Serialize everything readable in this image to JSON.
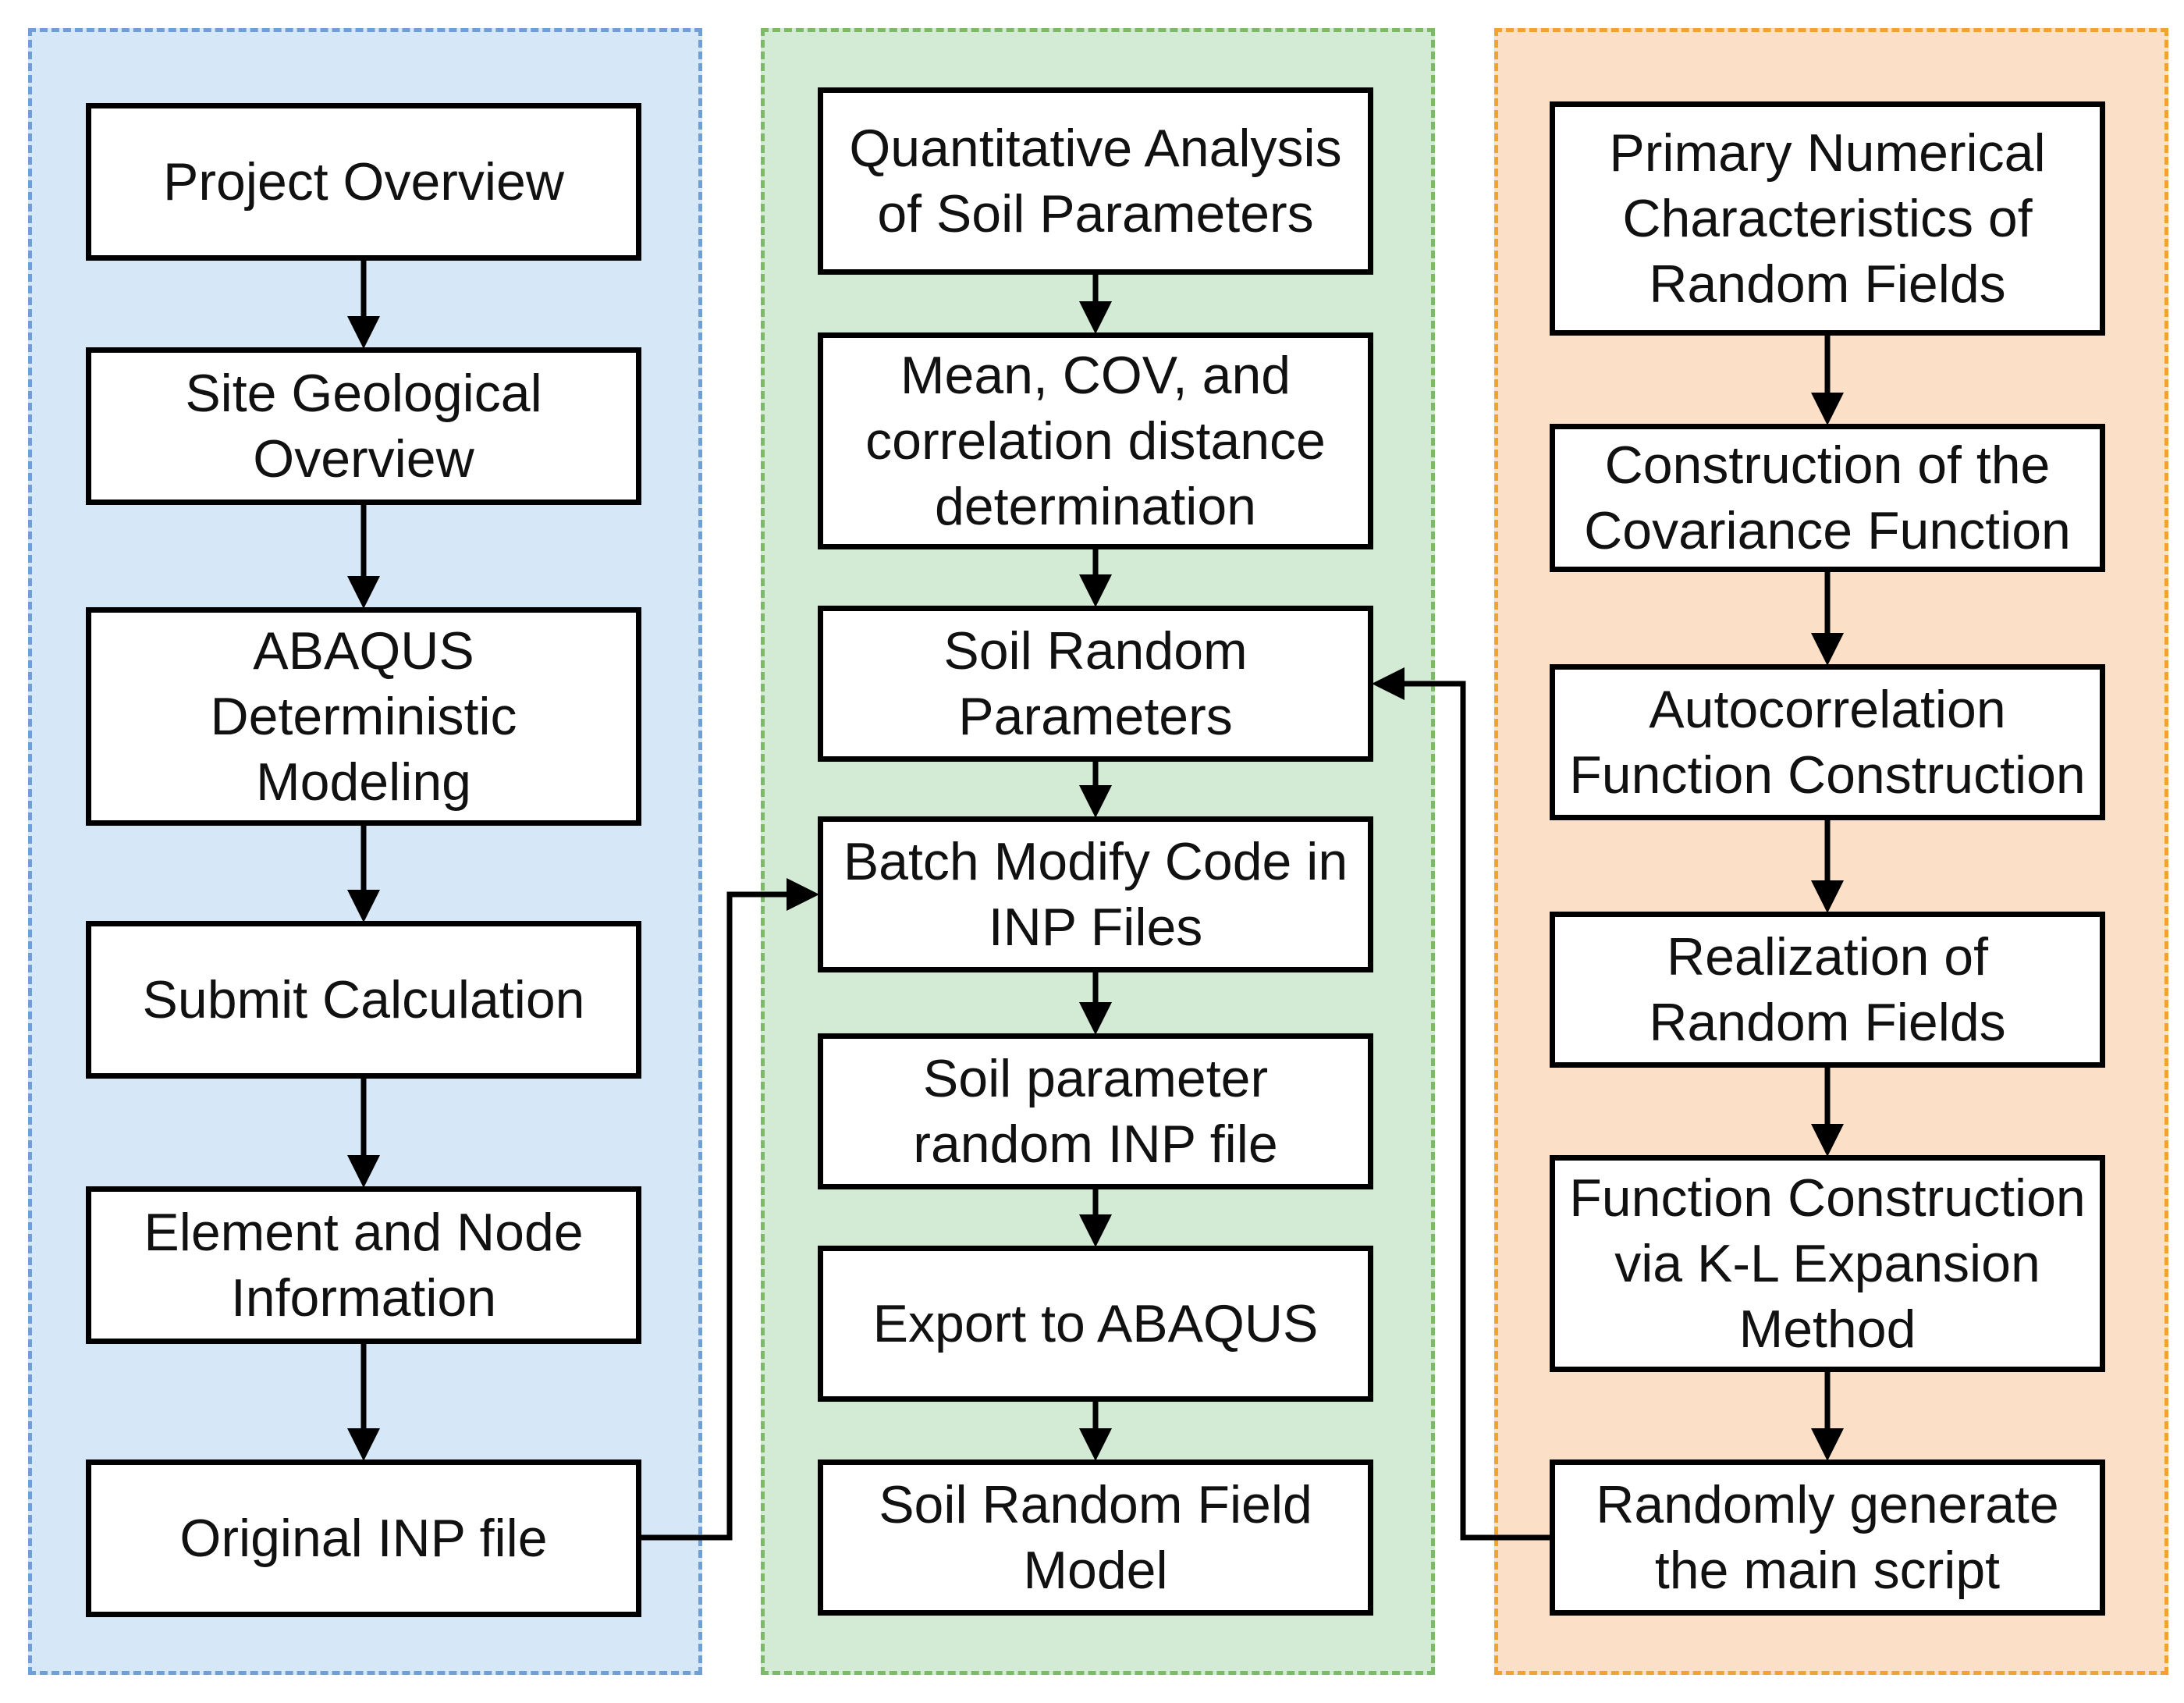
{
  "left_column": {
    "boxes": [
      "Project Overview",
      "Site Geological\nOverview",
      "ABAQUS\nDeterministic\nModeling",
      "Submit Calculation",
      "Element and Node\nInformation",
      "Original INP file"
    ]
  },
  "middle_column": {
    "boxes": [
      "Quantitative Analysis\nof Soil Parameters",
      "Mean, COV, and\ncorrelation distance\ndetermination",
      "Soil Random\nParameters",
      "Batch Modify Code in\nINP Files",
      "Soil parameter\nrandom INP file",
      "Export to ABAQUS",
      "Soil Random Field\nModel"
    ]
  },
  "right_column": {
    "boxes": [
      "Primary Numerical\nCharacteristics of\nRandom Fields",
      "Construction of the\nCovariance Function",
      "Autocorrelation\nFunction Construction",
      "Realization of\nRandom Fields",
      "Function Construction\nvia K-L Expansion\nMethod",
      "Randomly generate\nthe main script"
    ]
  },
  "colors": {
    "panel_blue": "#d6e7f8",
    "panel_green": "#d3ead4",
    "panel_orange": "#fbdfc6",
    "border_blue": "#6f9fd6",
    "border_green": "#7dba68",
    "border_orange": "#f0a330"
  }
}
